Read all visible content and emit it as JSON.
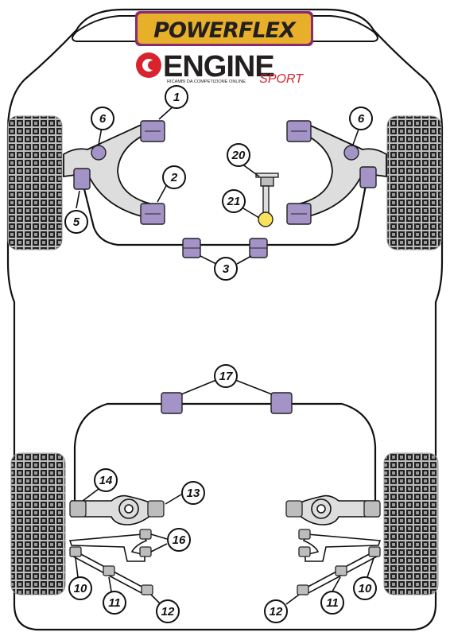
{
  "brand": {
    "powerflex": "POWERFLEX",
    "engine": "ENGINE",
    "sport": "SPORT",
    "tagline": "RICAMBI DA COMPETIZIONE ONLINE"
  },
  "part_labels": {
    "p1": "1",
    "p2": "2",
    "p3": "3",
    "p5": "5",
    "p6_left": "6",
    "p6_right": "6",
    "p10_left": "10",
    "p10_right": "10",
    "p11_left": "11",
    "p11_right": "11",
    "p12_left": "12",
    "p12_right": "12",
    "p13": "13",
    "p14": "14",
    "p16": "16",
    "p17": "17",
    "p20": "20",
    "p21": "21"
  },
  "colors": {
    "bush_purple": "#a393c7",
    "bush_purple_dark": "#6e5d99",
    "bush_yellow": "#f7e25a",
    "arm_fill": "#dddddd",
    "tyre_fill": "#bfbfbf",
    "logo_gold": "#e8b02a",
    "logo_red": "#d7242f"
  }
}
